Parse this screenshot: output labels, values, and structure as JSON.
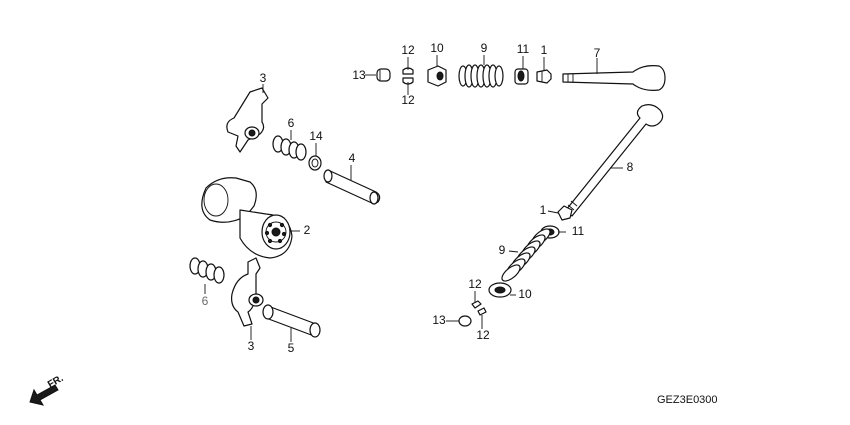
{
  "diagram_code": "GEZ3E0300",
  "front_marker": "FR.",
  "labels": {
    "l1_top": "1",
    "l7": "7",
    "l11_top": "11",
    "l9_top": "9",
    "l10_top": "10",
    "l12_upper": "12",
    "l12_lower": "12",
    "l13_top": "13",
    "l3_top": "3",
    "l6_top": "6",
    "l14": "14",
    "l4": "4",
    "l2": "2",
    "l8": "8",
    "l1_mid": "1",
    "l11_mid": "11",
    "l9_mid": "9",
    "l10_mid": "10",
    "l12_b_upper": "12",
    "l12_b_lower": "12",
    "l13_bottom": "13",
    "l6_bottom": "6",
    "l3_bottom": "3",
    "l5": "5"
  }
}
